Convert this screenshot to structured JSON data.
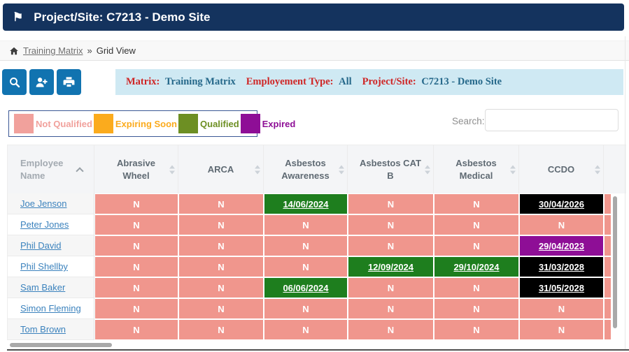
{
  "titlebar": {
    "title": "Project/Site: C7213 - Demo Site"
  },
  "breadcrumb": {
    "link": "Training Matrix",
    "separator": "»",
    "current": "Grid View"
  },
  "toolbar": {
    "buttons": [
      {
        "name": "search",
        "icon": "magnifier-icon"
      },
      {
        "name": "add-user",
        "icon": "user-plus-icon"
      },
      {
        "name": "print",
        "icon": "printer-icon"
      }
    ],
    "info": [
      {
        "label": "Matrix:",
        "value": "Training Matrix"
      },
      {
        "label": "Employement Type:",
        "value": "All"
      },
      {
        "label": "Project/Site:",
        "value": "C7213 - Demo Site"
      }
    ]
  },
  "legend": {
    "items": [
      {
        "label": "Not Qualified",
        "color": "#f1a19c"
      },
      {
        "label": "Expiring Soon",
        "color": "#fbab1d"
      },
      {
        "label": "Qualified",
        "color": "#6d8f23"
      },
      {
        "label": "Expired",
        "color": "#8e0e96"
      }
    ]
  },
  "search": {
    "label": "Search:",
    "value": ""
  },
  "table": {
    "columns": [
      {
        "label": "Employee Name",
        "sort": "asc"
      },
      {
        "label": "Abrasive Wheel",
        "sort": "none"
      },
      {
        "label": "ARCA",
        "sort": "none"
      },
      {
        "label": "Asbestos Awareness",
        "sort": "none"
      },
      {
        "label": "Asbestos CAT B",
        "sort": "none"
      },
      {
        "label": "Asbestos Medical",
        "sort": "none"
      },
      {
        "label": "CCDO",
        "sort": "none"
      }
    ],
    "partial_column_visible": true,
    "rows": [
      {
        "name": "Joe Jenson",
        "cells": [
          {
            "text": "N",
            "status": "not-qualified"
          },
          {
            "text": "N",
            "status": "not-qualified"
          },
          {
            "text": "14/06/2024",
            "status": "qualified"
          },
          {
            "text": "N",
            "status": "not-qualified"
          },
          {
            "text": "N",
            "status": "not-qualified"
          },
          {
            "text": "30/04/2026",
            "status": "valid-future"
          }
        ]
      },
      {
        "name": "Peter Jones",
        "cells": [
          {
            "text": "N",
            "status": "not-qualified"
          },
          {
            "text": "N",
            "status": "not-qualified"
          },
          {
            "text": "N",
            "status": "not-qualified"
          },
          {
            "text": "N",
            "status": "not-qualified"
          },
          {
            "text": "N",
            "status": "not-qualified"
          },
          {
            "text": "N",
            "status": "not-qualified"
          }
        ]
      },
      {
        "name": "Phil David",
        "cells": [
          {
            "text": "N",
            "status": "not-qualified"
          },
          {
            "text": "N",
            "status": "not-qualified"
          },
          {
            "text": "N",
            "status": "not-qualified"
          },
          {
            "text": "N",
            "status": "not-qualified"
          },
          {
            "text": "N",
            "status": "not-qualified"
          },
          {
            "text": "29/04/2023",
            "status": "expired"
          }
        ]
      },
      {
        "name": "Phil Shellby",
        "cells": [
          {
            "text": "N",
            "status": "not-qualified"
          },
          {
            "text": "N",
            "status": "not-qualified"
          },
          {
            "text": "N",
            "status": "not-qualified"
          },
          {
            "text": "12/09/2024",
            "status": "qualified"
          },
          {
            "text": "29/10/2024",
            "status": "qualified"
          },
          {
            "text": "31/03/2028",
            "status": "valid-future"
          }
        ]
      },
      {
        "name": "Sam Baker",
        "cells": [
          {
            "text": "N",
            "status": "not-qualified"
          },
          {
            "text": "N",
            "status": "not-qualified"
          },
          {
            "text": "06/06/2024",
            "status": "qualified"
          },
          {
            "text": "N",
            "status": "not-qualified"
          },
          {
            "text": "N",
            "status": "not-qualified"
          },
          {
            "text": "31/05/2028",
            "status": "valid-future"
          }
        ]
      },
      {
        "name": "Simon Fleming",
        "cells": [
          {
            "text": "N",
            "status": "not-qualified"
          },
          {
            "text": "N",
            "status": "not-qualified"
          },
          {
            "text": "N",
            "status": "not-qualified"
          },
          {
            "text": "N",
            "status": "not-qualified"
          },
          {
            "text": "N",
            "status": "not-qualified"
          },
          {
            "text": "N",
            "status": "not-qualified"
          }
        ]
      },
      {
        "name": "Tom Brown",
        "cells": [
          {
            "text": "N",
            "status": "not-qualified"
          },
          {
            "text": "N",
            "status": "not-qualified"
          },
          {
            "text": "N",
            "status": "not-qualified"
          },
          {
            "text": "N",
            "status": "not-qualified"
          },
          {
            "text": "N",
            "status": "not-qualified"
          },
          {
            "text": "N",
            "status": "not-qualified"
          }
        ]
      }
    ]
  },
  "colors": {
    "titlebar_bg": "#14335e",
    "button_bg": "#1173b0",
    "infobar_bg": "#cfe9f3",
    "info_label": "#cf2626",
    "info_value": "#25688a",
    "cell_not_qualified": "#f0968d",
    "cell_qualified": "#1e7e1e",
    "cell_valid_future": "#000000",
    "cell_expired": "#8e0e96",
    "employee_link": "#3b82bd"
  }
}
